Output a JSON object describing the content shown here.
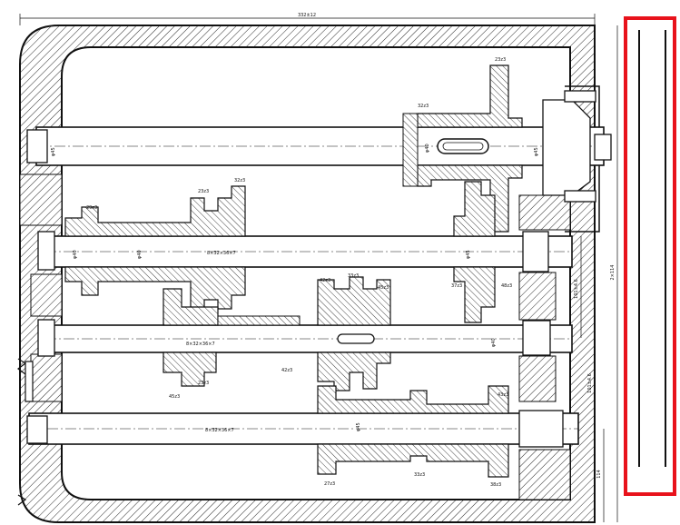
{
  "drawing": {
    "overall_width_dim": "332±12",
    "overall_height_dim": "2×114",
    "spacing_dim_1": "101±4.6",
    "spacing_dim_2": "101±4.6",
    "bottom_dim": "114"
  },
  "gears": {
    "g1": "23z3",
    "g2": "32z3",
    "g3": "32z3",
    "g4": "23z3",
    "g5": "29z3",
    "g6": "42z3",
    "g7": "33z3",
    "g8": "45z3",
    "g9": "37z3",
    "g10": "48z3",
    "g11": "42z3",
    "g12": "45z3",
    "g13": "23z3",
    "g14": "27z3",
    "g15": "33z3",
    "g16": "38z3",
    "g17": "43z3"
  },
  "shaft_specs": {
    "s2": "8×32×36×7",
    "s3": "8×32×36×7",
    "s4": "8×32×36×7"
  },
  "diameters": {
    "d1": "φ45",
    "d2": "φ40",
    "d3": "φ45",
    "d4": "φ40",
    "d5": "φ40",
    "d6": "φ45",
    "d7": "φ40",
    "d8": "φ45"
  },
  "colors": {
    "line": "#111111",
    "highlight": "#e8121b"
  }
}
